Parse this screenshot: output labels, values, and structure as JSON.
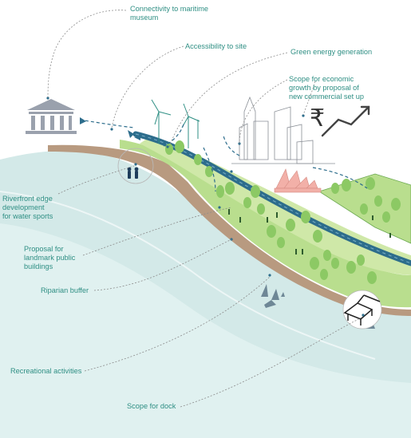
{
  "labels": {
    "maritime": {
      "line1": "Connectivity to maritime",
      "line2": "museum"
    },
    "access": "Accessibility to site",
    "green_energy": "Green energy generation",
    "economic": {
      "line1": "Scope for economic",
      "line2": "growth by proposal of",
      "line3": "new commercial set up"
    },
    "riverfront": {
      "line1": "Riverfront edge",
      "line2": "development",
      "line3": "for water sports"
    },
    "landmark": {
      "line1": "Proposal for",
      "line2": "landmark public",
      "line3": "buildings"
    },
    "riparian": "Riparian buffer",
    "recreational": "Recreational activities",
    "dock": "Scope for dock"
  },
  "icons": {
    "currency": "₹"
  },
  "colors": {
    "label_teal": "#2f8f84",
    "water": "#cfe7e6",
    "water_light": "#e6f3f2",
    "grass": "#a8d577",
    "tree": "#8cc964",
    "path": "#2d6d8c",
    "bank": "#b79a80",
    "sydney_pink": "#f2b0a8",
    "museum_grey": "#9aa1ad"
  }
}
